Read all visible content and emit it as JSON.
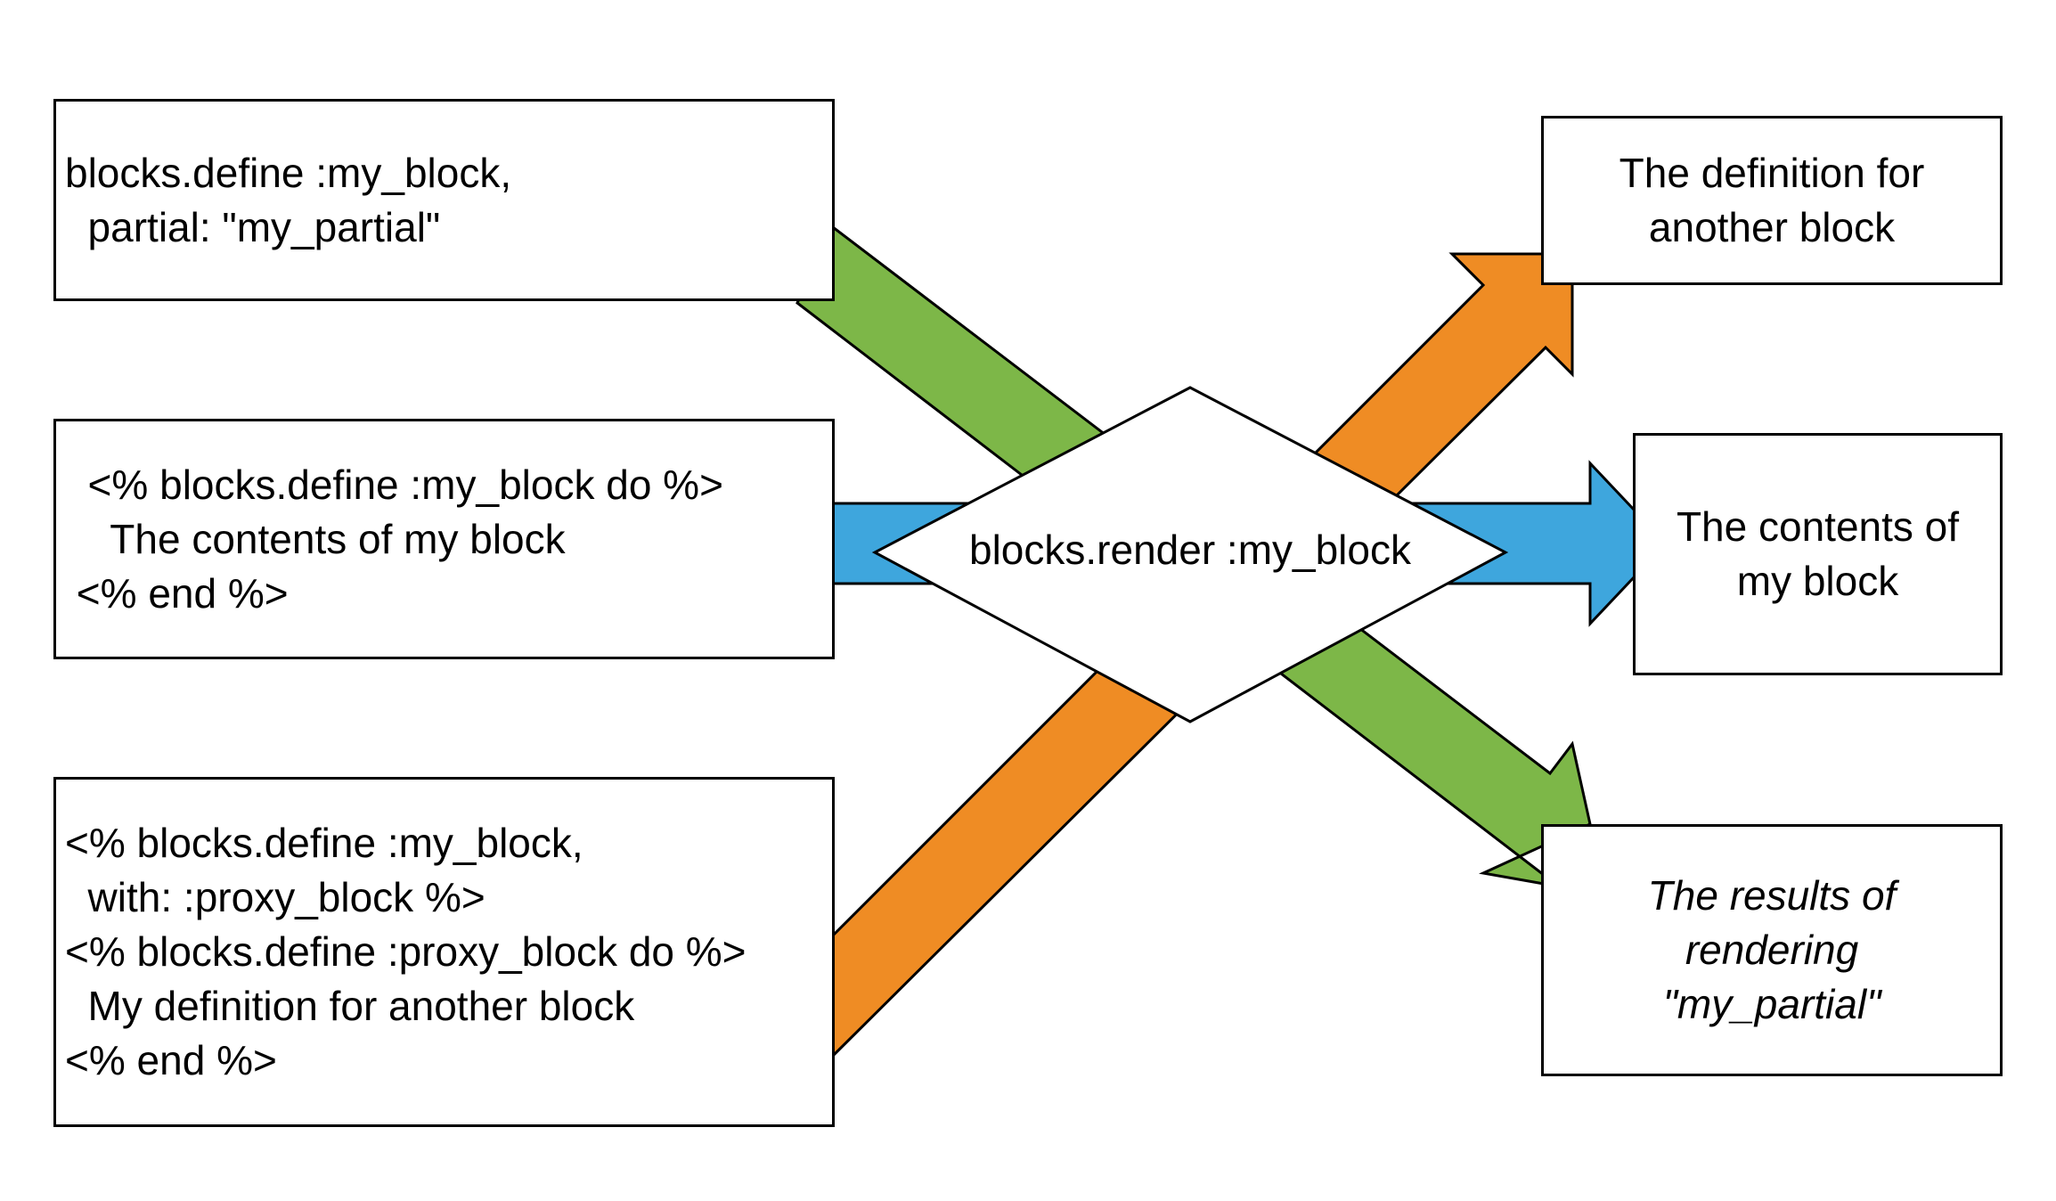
{
  "colors": {
    "green": "#7db748",
    "blue": "#3ea6dd",
    "orange": "#ef8c24",
    "stroke": "#000000",
    "box_fill": "#ffffff"
  },
  "sources": [
    {
      "id": "source-partial",
      "lines": [
        "blocks.define :my_block,",
        "  partial: \"my_partial\""
      ]
    },
    {
      "id": "source-block",
      "lines": [
        "  <% blocks.define :my_block do %>",
        "    The contents of my block",
        " <% end %>"
      ]
    },
    {
      "id": "source-proxy",
      "lines": [
        "<% blocks.define :my_block,",
        "  with: :proxy_block %>",
        "<% blocks.define :proxy_block do %>",
        "  My definition for another block",
        "<% end %>"
      ]
    }
  ],
  "center": {
    "label": "blocks.render :my_block"
  },
  "results": [
    {
      "id": "result-proxy",
      "lines": [
        "The definition for",
        "another block"
      ]
    },
    {
      "id": "result-block",
      "lines": [
        "The contents of",
        "my block"
      ]
    },
    {
      "id": "result-partial",
      "lines": [
        "The results of",
        "rendering",
        "\"my_partial\""
      ]
    }
  ]
}
